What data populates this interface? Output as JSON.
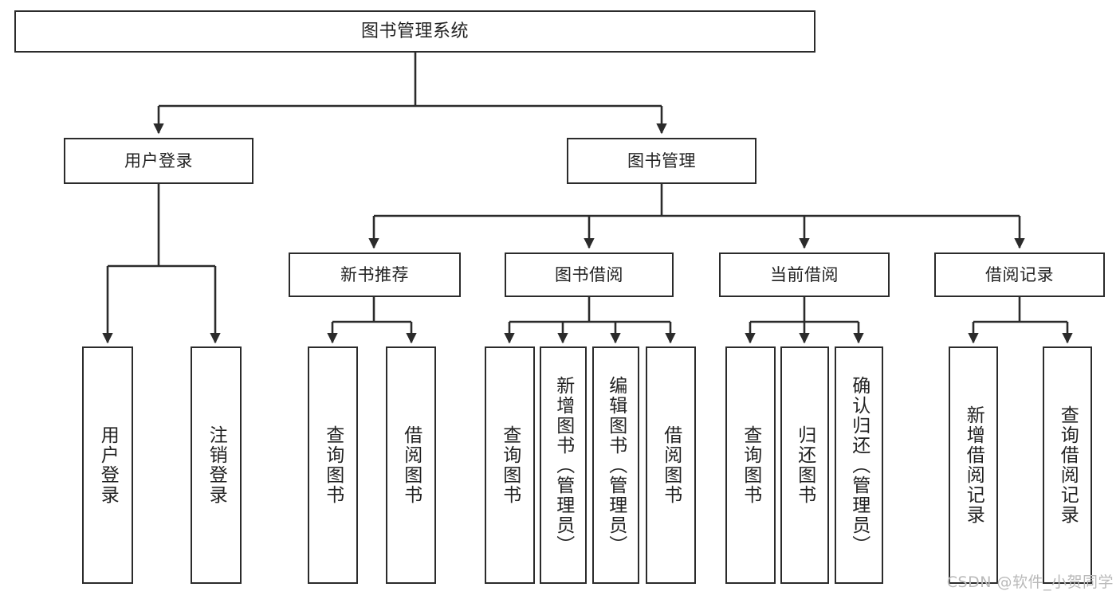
{
  "diagram": {
    "type": "tree-hierarchy",
    "title": "图书管理系统",
    "watermark": "CSDN @软件_小贺同学",
    "colors": {
      "box_border": "#2b2b2b",
      "box_fill": "#ffffff",
      "connector": "#2b2b2b",
      "text": "#222222",
      "watermark": "#b9b9b9"
    },
    "nodes": {
      "root": {
        "label": "图书管理系统"
      },
      "level2": [
        {
          "label": "用户登录"
        },
        {
          "label": "图书管理"
        }
      ],
      "level3": [
        {
          "label": "新书推荐"
        },
        {
          "label": "图书借阅"
        },
        {
          "label": "当前借阅"
        },
        {
          "label": "借阅记录"
        }
      ],
      "leaves": {
        "user_login": [
          {
            "label": "用户登录"
          },
          {
            "label": "注销登录"
          }
        ],
        "new_book_recommend": [
          {
            "label": "查询图书"
          },
          {
            "label": "借阅图书"
          }
        ],
        "book_borrow": [
          {
            "label": "查询图书"
          },
          {
            "label": "新增图书（管理员）"
          },
          {
            "label": "编辑图书（管理员）"
          },
          {
            "label": "借阅图书"
          }
        ],
        "current_borrow": [
          {
            "label": "查询图书"
          },
          {
            "label": "归还图书"
          },
          {
            "label": "确认归还（管理员）"
          }
        ],
        "borrow_record": [
          {
            "label": "新增借阅记录"
          },
          {
            "label": "查询借阅记录"
          }
        ]
      }
    }
  }
}
